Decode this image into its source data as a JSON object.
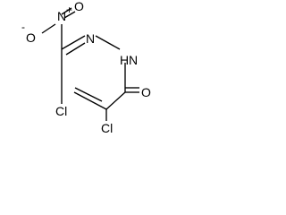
{
  "structure": {
    "atom_labels": {
      "nitro_n": "N",
      "nitro_n_charge": "+",
      "nitro_o_top": "O",
      "nitro_o_left": "O",
      "nitro_o_left_charge": "-",
      "ring_n": "N",
      "ring_nh": "H",
      "ring_nh_n": "N",
      "carbonyl_o": "O",
      "cl_left": "Cl",
      "cl_right": "Cl"
    },
    "colors": {
      "bond": "#000000",
      "label": "#000000",
      "background": "#ffffff"
    }
  }
}
